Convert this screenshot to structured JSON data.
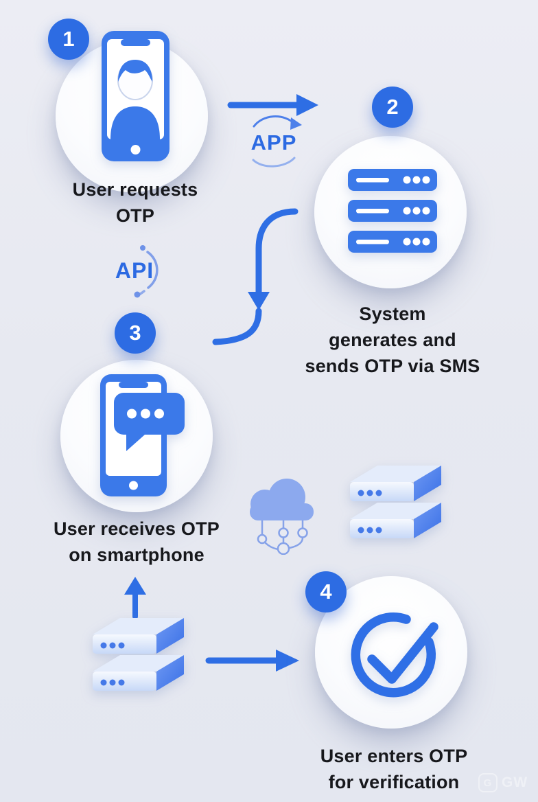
{
  "colors": {
    "background": "#e8eaf2",
    "primary_blue": "#2d6ce3",
    "icon_blue": "#3b79e9",
    "cloud_blue": "#8ca9ee",
    "text": "#17181c",
    "step_circle": "#fbfcfe"
  },
  "steps": [
    {
      "number": "1",
      "icon": "smartphone-user-icon",
      "label_lines": [
        "User requests",
        "OTP"
      ]
    },
    {
      "number": "2",
      "icon": "server-stack-icon",
      "label_lines": [
        "System",
        "generates and",
        "sends OTP via SMS"
      ]
    },
    {
      "number": "3",
      "icon": "smartphone-message-icon",
      "label_lines": [
        "User receives OTP",
        "on smartphone"
      ]
    },
    {
      "number": "4",
      "icon": "checkmark-circle-icon",
      "label_lines": [
        "User enters OTP",
        "for verification"
      ]
    }
  ],
  "annotations": {
    "app_label": "APP",
    "api_label": "API"
  },
  "watermark": {
    "logo": "G",
    "text": "GW"
  }
}
